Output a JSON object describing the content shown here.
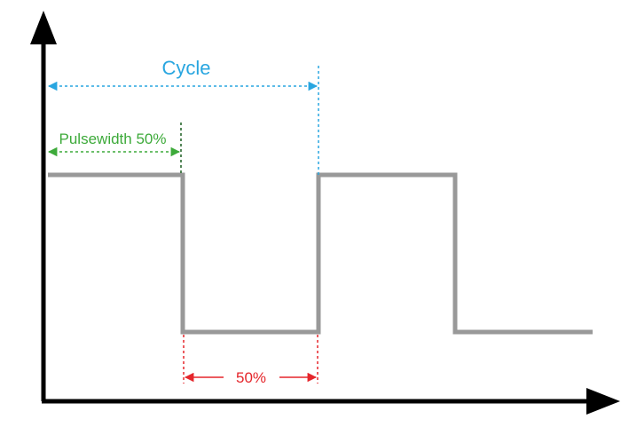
{
  "labels": {
    "cycle": "Cycle",
    "pulsewidth": "Pulsewidth 50%",
    "low_percent": "50%"
  },
  "colors": {
    "axis": "#000000",
    "waveform": "#999999",
    "cycle": "#29a6e0",
    "pulsewidth": "#3daa3a",
    "pulsewidth_marker": "#1b5e20",
    "low_percent": "#e5262b"
  },
  "waveform": {
    "duty_cycle_percent": 50
  }
}
